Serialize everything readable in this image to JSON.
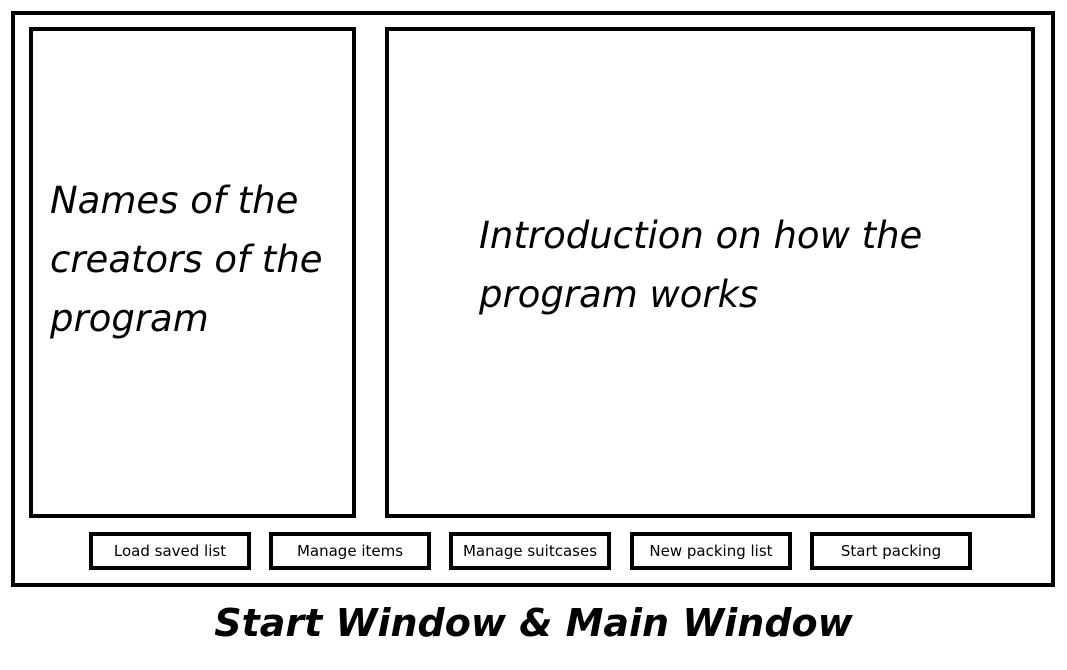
{
  "panels": {
    "credits": {
      "text": "Names of the\ncreators of the\nprogram"
    },
    "introduction": {
      "text": "Introduction on how the\nprogram works"
    }
  },
  "buttons": {
    "load_saved_list": "Load saved list",
    "manage_items": "Manage items",
    "manage_suitcases": "Manage suitcases",
    "new_packing_list": "New packing list",
    "start_packing": "Start packing"
  },
  "caption": "Start Window & Main Window",
  "colors": {
    "border": "#000000",
    "background": "#ffffff"
  }
}
